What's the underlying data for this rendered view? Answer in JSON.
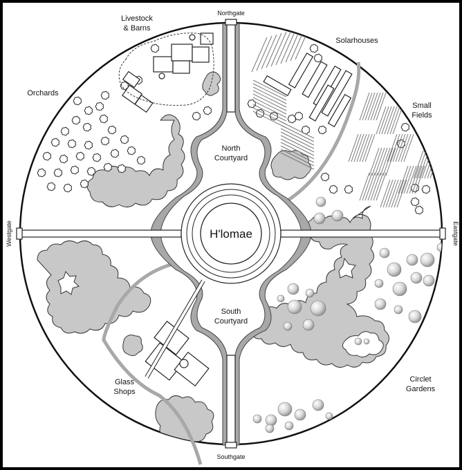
{
  "map": {
    "center_label": "H'lomae",
    "gates": {
      "north": "Northgate",
      "south": "Southgate",
      "east": "Eastgate",
      "west": "Westgate"
    },
    "regions": {
      "livestock": [
        "Livestock",
        "& Barns"
      ],
      "solarhouses": "Solarhouses",
      "orchards": "Orchards",
      "small_fields": [
        "Small",
        "Fields"
      ],
      "north_courtyard": [
        "North",
        "Courtyard"
      ],
      "south_courtyard": [
        "South",
        "Courtyard"
      ],
      "glass_shops": [
        "Glass",
        "Shops"
      ],
      "circlet_gardens": [
        "Circlet",
        "Gardens"
      ]
    },
    "colors": {
      "canopy": "#c8c8c8",
      "path": "#a8a8a8",
      "ink": "#111111",
      "paper": "#ffffff"
    }
  }
}
